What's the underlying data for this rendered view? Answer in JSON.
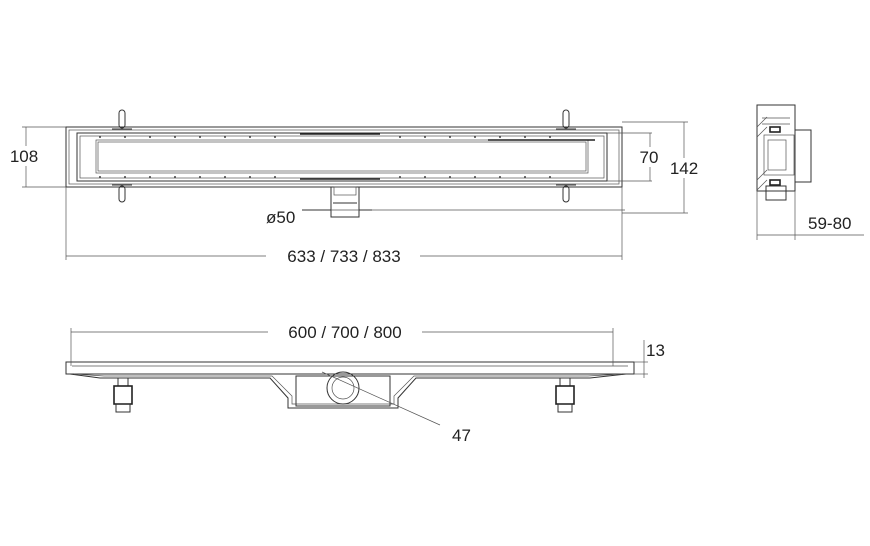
{
  "dimensions": {
    "height_outer": "108",
    "width_inner": "70",
    "width_total": "142",
    "outlet_diameter": "ø50",
    "length_total": "633 / 733 / 833",
    "length_grate": "600 / 700 / 800",
    "grate_height": "13",
    "outlet_height": "47",
    "adjust_height": "59-80"
  }
}
